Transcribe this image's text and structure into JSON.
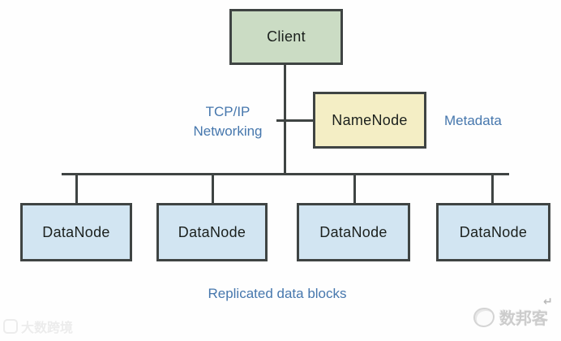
{
  "nodes": {
    "client": {
      "label": "Client"
    },
    "namenode": {
      "label": "NameNode"
    },
    "datanodes": [
      {
        "label": "DataNode"
      },
      {
        "label": "DataNode"
      },
      {
        "label": "DataNode"
      },
      {
        "label": "DataNode"
      }
    ]
  },
  "labels": {
    "tcpip_line1": "TCP/IP",
    "tcpip_line2": "Networking",
    "metadata": "Metadata",
    "replicated": "Replicated data blocks"
  },
  "watermarks": {
    "left_text": "大数跨境",
    "right_text": "数邦客",
    "return_arrow": "↵"
  },
  "colors": {
    "client_fill": "#cbdcc4",
    "namenode_fill": "#f4eec5",
    "datanode_fill": "#d2e5f2",
    "border": "#3f4443",
    "line": "#3f4443",
    "box_text": "#1b201d",
    "blue_text": "#4677ad",
    "watermark_gray": "#cccccc"
  }
}
